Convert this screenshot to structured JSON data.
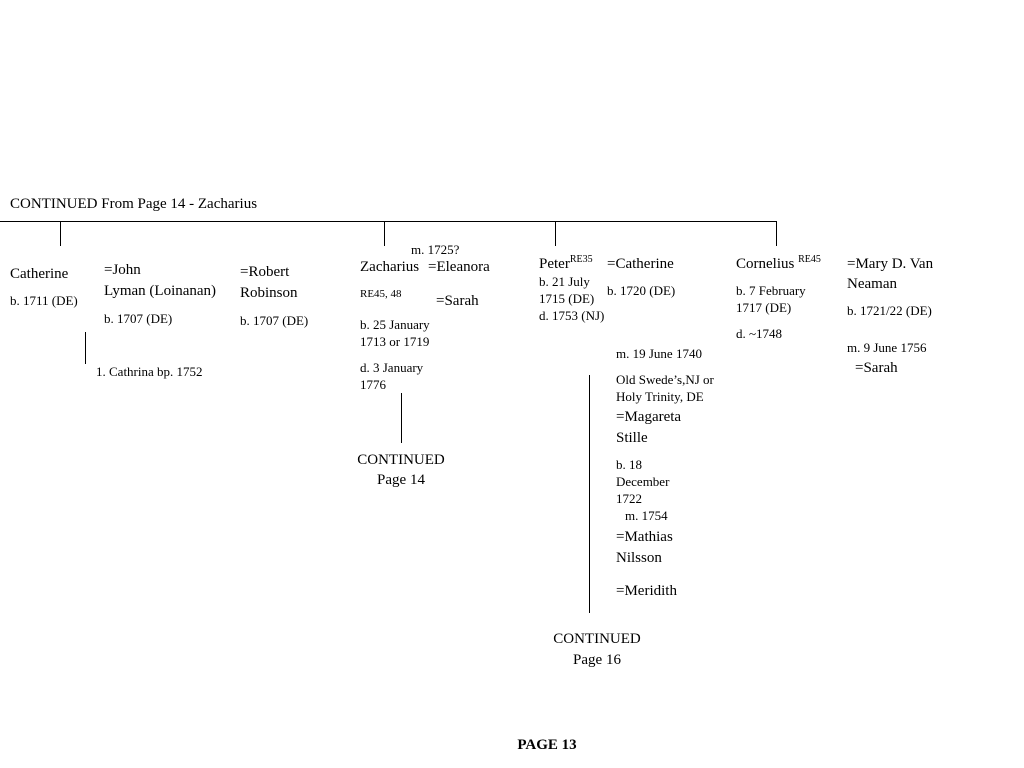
{
  "header": "CONTINUED From Page 14 - Zacharius",
  "page_label": "PAGE 13",
  "catherine": {
    "name": "Catherine",
    "birth": "b. 1711 (DE)"
  },
  "john": {
    "name_line1": "=John",
    "name_line2": "Lyman (Loinanan)",
    "birth": "b. 1707 (DE)"
  },
  "robert": {
    "name_line1": "=Robert",
    "name_line2": "Robinson",
    "birth": "b. 1707 (DE)"
  },
  "cathrina_child": "1. Cathrina bp. 1752",
  "zacharius": {
    "marriage": "m. 1725?",
    "name": "Zacharius",
    "spouse": "=Eleanora",
    "ref": "RE45, 48",
    "spouse2": "=Sarah",
    "birth_line1": "b. 25 January",
    "birth_line2": "1713 or 1719",
    "death_line1": "d. 3 January",
    "death_line2": "1776"
  },
  "continued_14": {
    "line1": "CONTINUED",
    "line2": "Page 14"
  },
  "peter": {
    "name": "Peter",
    "ref": "RE35",
    "birth_line1": "b. 21 July",
    "birth_line2": "1715 (DE)",
    "death": "d. 1753 (NJ)"
  },
  "catherine2": {
    "name": "=Catherine",
    "birth": "b. 1720 (DE)",
    "marriage": "m. 19 June 1740",
    "place_line1": "Old Swede’s,NJ or",
    "place_line2": "Holy Trinity, DE"
  },
  "magareta": {
    "name_line1": "=Magareta",
    "name_line2": "Stille",
    "birth_line1": "b. 18",
    "birth_line2": "December",
    "birth_line3": "1722",
    "marriage": "m. 1754"
  },
  "mathias": {
    "name_line1": "=Mathias",
    "name_line2": "Nilsson"
  },
  "meridith": "=Meridith",
  "continued_16": {
    "line1": "CONTINUED",
    "line2": "Page 16"
  },
  "cornelius": {
    "name": "Cornelius",
    "ref": "RE45",
    "birth_line1": "b. 7 February",
    "birth_line2": "1717 (DE)",
    "death": "d. ~1748"
  },
  "mary": {
    "name_line1": "=Mary D. Van",
    "name_line2": "Neaman",
    "birth": "b. 1721/22 (DE)",
    "marriage": "m. 9 June 1756",
    "spouse2": "=Sarah"
  }
}
